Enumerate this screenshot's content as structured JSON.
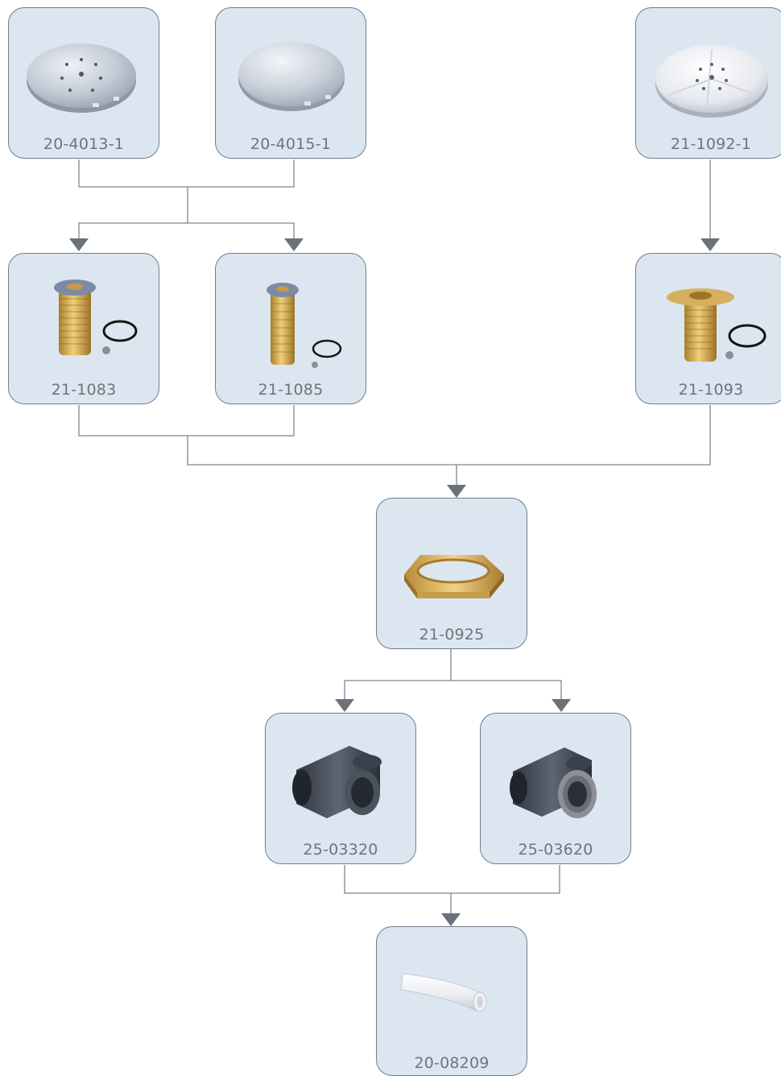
{
  "parts": [
    {
      "id": "p1",
      "label": "20-4013-1",
      "icon": "perforated-cover-icon"
    },
    {
      "id": "p2",
      "label": "20-4015-1",
      "icon": "solid-cover-icon"
    },
    {
      "id": "p3",
      "label": "21-1092-1",
      "icon": "white-perforated-cover-icon"
    },
    {
      "id": "p4",
      "label": "21-1083",
      "icon": "brass-fitting-long-icon"
    },
    {
      "id": "p5",
      "label": "21-1085",
      "icon": "brass-fitting-slim-icon"
    },
    {
      "id": "p6",
      "label": "21-1093",
      "icon": "brass-fitting-flange-icon"
    },
    {
      "id": "p7",
      "label": "21-0925",
      "icon": "brass-hex-nut-icon"
    },
    {
      "id": "p8",
      "label": "25-03320",
      "icon": "pvc-tee-icon"
    },
    {
      "id": "p9",
      "label": "25-03620",
      "icon": "pvc-tee-threaded-icon"
    },
    {
      "id": "p10",
      "label": "20-08209",
      "icon": "white-pipe-icon"
    }
  ],
  "colors": {
    "card_fill": "#dce6f1",
    "card_border": "#6f7d8c",
    "connector": "#7f8590",
    "arrow": "#6d727a",
    "label": "#6f737b"
  }
}
